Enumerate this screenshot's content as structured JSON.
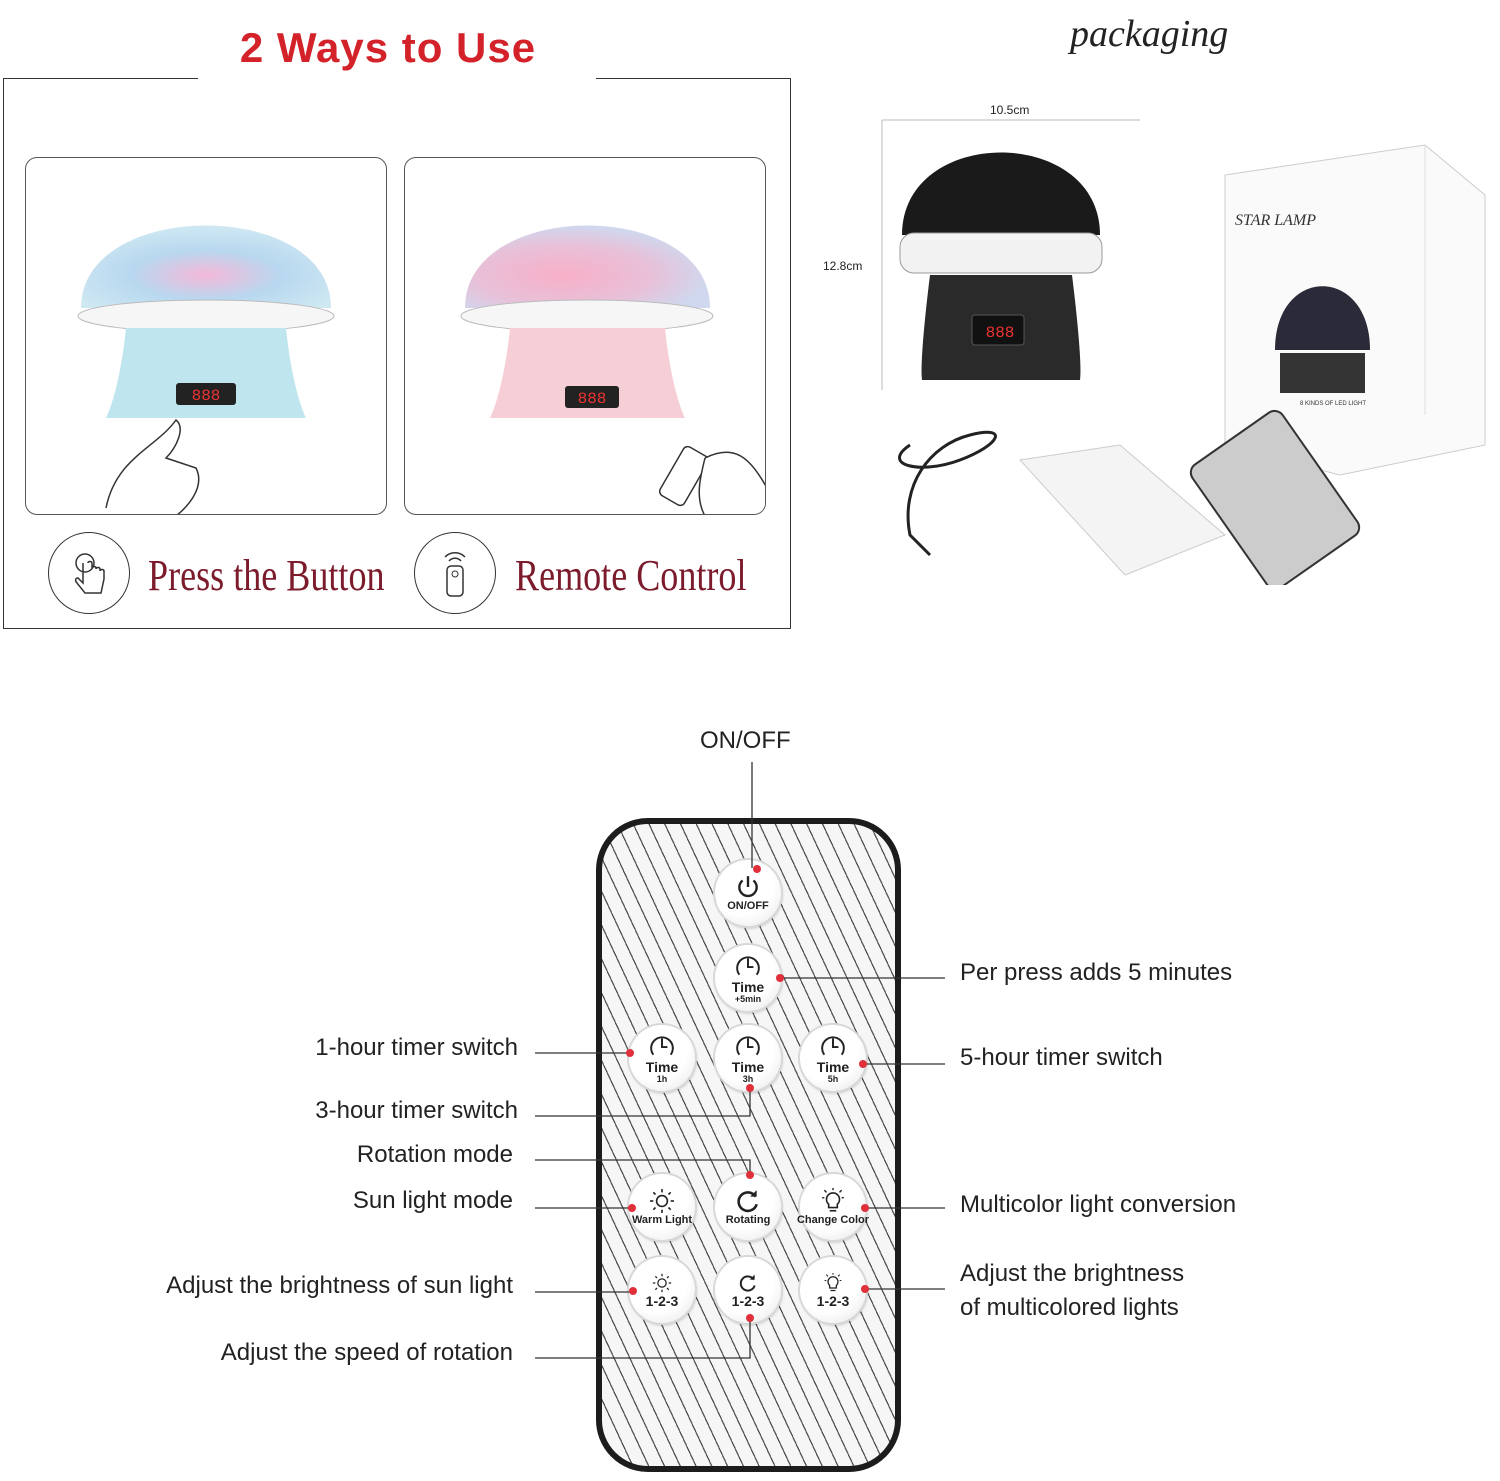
{
  "ways": {
    "title": "2 Ways to Use",
    "press_label": "Press the Button",
    "remote_label": "Remote Control"
  },
  "packaging": {
    "title": "packaging",
    "width": "10.5cm",
    "height": "12.8cm",
    "box_brand": "STAR LAMP",
    "box_caption": "8 KINDS OF LED LIGHT",
    "display": "888"
  },
  "remote": {
    "buttons": [
      {
        "text": "ON/OFF"
      },
      {
        "text": "Time",
        "sub": "+5min"
      },
      {
        "text": "Time",
        "sub": "1h"
      },
      {
        "text": "Time",
        "sub": "3h"
      },
      {
        "text": "Time",
        "sub": "5h"
      },
      {
        "text": "Warm Light"
      },
      {
        "text": "Rotating"
      },
      {
        "text": "Change Color"
      },
      {
        "text": "1-2-3"
      },
      {
        "text": "1-2-3"
      },
      {
        "text": "1-2-3"
      }
    ],
    "labels": {
      "on_off": "ON/OFF",
      "plus5": "Per press adds 5 minutes",
      "h1": "1-hour timer switch",
      "h5": "5-hour timer switch",
      "h3": "3-hour timer switch",
      "rotation": "Rotation mode",
      "sun": "Sun light mode",
      "multi": "Multicolor light conversion",
      "sun_bright": "Adjust the brightness of sun light",
      "multi_bright_1": "Adjust the brightness",
      "multi_bright_2": "of multicolored lights",
      "speed": "Adjust the speed of rotation"
    }
  },
  "colors": {
    "title_red": "#d3222a",
    "method_red": "#7b1b2c",
    "dot_red": "#e0303a"
  }
}
